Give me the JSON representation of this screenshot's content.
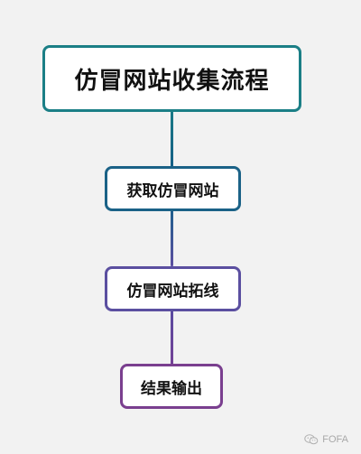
{
  "diagram": {
    "title": "仿冒网站收集流程",
    "steps": [
      {
        "label": "获取仿冒网站"
      },
      {
        "label": "仿冒网站拓线"
      },
      {
        "label": "结果输出"
      }
    ]
  },
  "watermark": {
    "icon": "wechat-icon",
    "text": "FOFA"
  },
  "colors": {
    "title_border": "#1b7f86",
    "step1_border": "#1b6287",
    "step2_border": "#5b4fa0",
    "step3_border": "#7a3f8f",
    "background": "#f2f2f2"
  }
}
